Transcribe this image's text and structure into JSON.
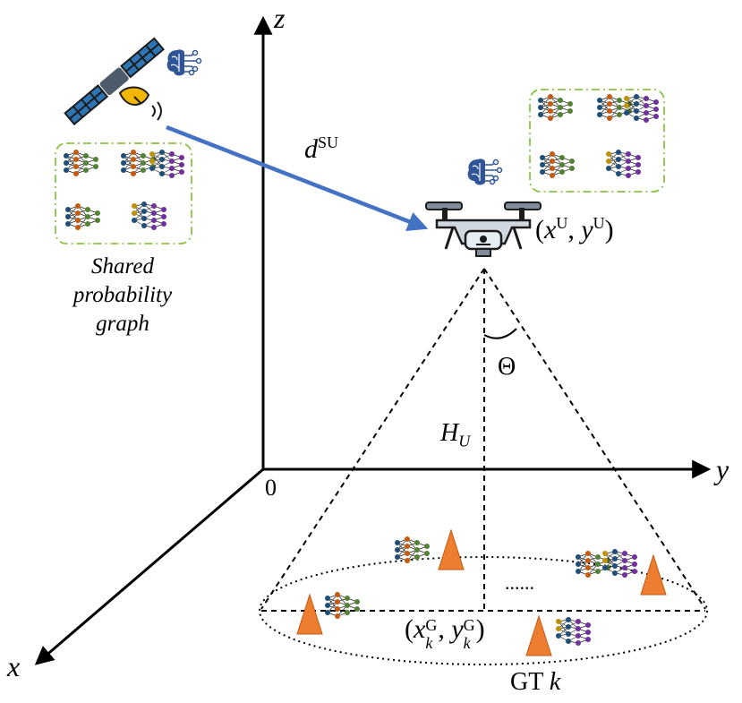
{
  "axes": {
    "z": "z",
    "y": "y",
    "x": "x",
    "origin": "0"
  },
  "labels": {
    "distance": "d",
    "distance_sup": "SU",
    "uav_pos_open": "(",
    "uav_x": "x",
    "uav_x_sup": "U",
    "uav_comma": ",",
    "uav_y": "y",
    "uav_y_sup": "U",
    "uav_pos_close": ")",
    "angle": "Θ",
    "height": "H",
    "height_sub": "U",
    "gt_pos_open": "(",
    "gt_x": "x",
    "gt_x_sub": "k",
    "gt_x_sup": "G",
    "gt_comma": ",",
    "gt_y": "y",
    "gt_y_sub": "k",
    "gt_y_sup": "G",
    "gt_pos_close": ")",
    "gt_name": "GT",
    "gt_index": "k",
    "dots": "......"
  },
  "caption": {
    "line1": "Shared",
    "line2": "probability",
    "line3": "graph"
  },
  "colors": {
    "arrow_blue": "#4472c4",
    "cone_orange": "#ed7d31",
    "node_blue": "#1f4e79",
    "node_brown": "#c55a11",
    "node_green": "#548235",
    "node_purple": "#7030a0",
    "node_yellow": "#bf9000",
    "box_green": "#8bc34a"
  },
  "icons": [
    "satellite-icon",
    "brain-circuit-icon",
    "drone-icon",
    "neural-network-icon",
    "ground-terminal-icon"
  ]
}
